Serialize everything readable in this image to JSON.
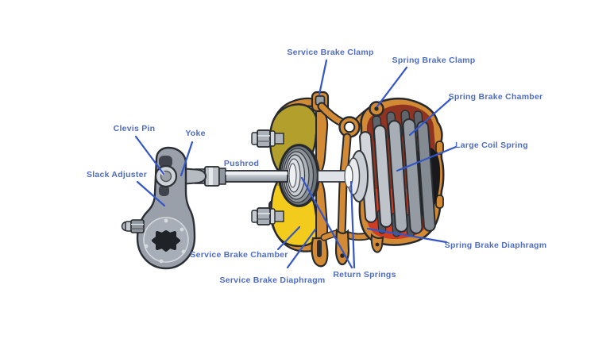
{
  "diagram": {
    "subject": "Spring brake chamber and slack adjuster cutaway diagram"
  },
  "labels": {
    "clevis_pin": "Clevis Pin",
    "yoke": "Yoke",
    "pushrod": "Pushrod",
    "slack_adjuster": "Slack Adjuster",
    "service_brake_clamp": "Service Brake Clamp",
    "spring_brake_clamp": "Spring Brake Clamp",
    "spring_brake_chamber": "Spring Brake Chamber",
    "large_coil_spring": "Large Coil Spring",
    "spring_brake_diaphragm": "Spring Brake Diaphragm",
    "service_brake_chamber": "Service Brake Chamber",
    "service_brake_diaphragm": "Service Brake Diaphragm",
    "return_springs": "Return Springs"
  },
  "colors": {
    "label_text": "#4e6cc3",
    "leader_line": "#3456c6",
    "clamp_orange": "#d28a35",
    "service_yellow": "#f2cb1c",
    "service_olive": "#b3a02c",
    "spring_red_dark": "#8e3420",
    "spring_red_bright": "#d03d22",
    "metal_gray": "#9aa0ab",
    "metal_light": "#cdd2d8",
    "outline_dark": "#26292e",
    "background": "#ffffff"
  }
}
